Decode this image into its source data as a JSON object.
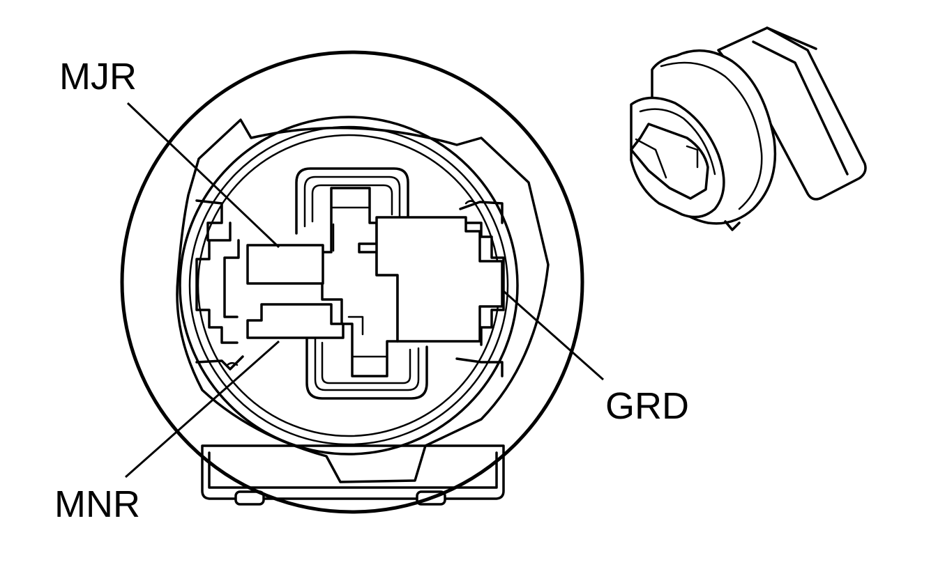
{
  "labels": {
    "mjr": "MJR",
    "mnr": "MNR",
    "grd": "GRD"
  },
  "colors": {
    "line": "#000000",
    "background": "#ffffff"
  }
}
